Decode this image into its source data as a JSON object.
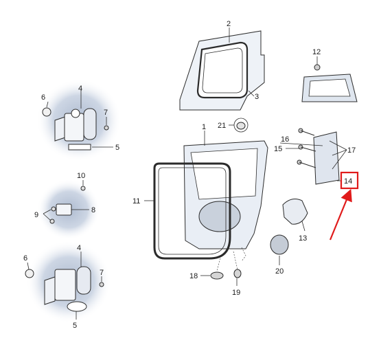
{
  "labels": {
    "l1": "1",
    "l2": "2",
    "l3": "3",
    "l4a": "4",
    "l4b": "4",
    "l5a": "5",
    "l5b": "5",
    "l6a": "6",
    "l6b": "6",
    "l7a": "7",
    "l7b": "7",
    "l8": "8",
    "l9": "9",
    "l10": "10",
    "l11": "11",
    "l12": "12",
    "l13": "13",
    "l14": "14",
    "l15": "15",
    "l16": "16",
    "l17": "17",
    "l18": "18",
    "l19": "19",
    "l20": "20",
    "l21": "21"
  },
  "colors": {
    "line": "#2b2b2b",
    "vignette": "#c9d3e2",
    "callout": "#e01b1b"
  }
}
